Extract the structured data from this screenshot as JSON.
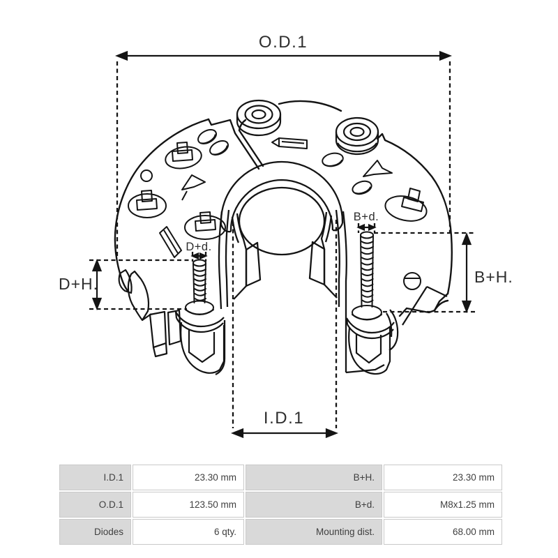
{
  "page": {
    "background": "#ffffff"
  },
  "diagram": {
    "description": "alternator-rectifier-technical-drawing",
    "line_color": "#141414",
    "label_color": "#2d2d2d",
    "labels": {
      "od1": "O.D.1",
      "id1": "I.D.1",
      "dh": "D+H.",
      "bh": "B+H.",
      "dd": "D+d.",
      "bd": "B+d."
    }
  },
  "spec_table": {
    "label_bg": "#d9d9d9",
    "value_bg": "#ffffff",
    "border_color": "#c9c9c9",
    "text_color": "#3f3f3f",
    "rows": [
      {
        "c0": "I.D.1",
        "c1": "23.30 mm",
        "c2": "B+H.",
        "c3": "23.30 mm"
      },
      {
        "c0": "O.D.1",
        "c1": "123.50 mm",
        "c2": "B+d.",
        "c3": "M8x1.25 mm"
      },
      {
        "c0": "Diodes",
        "c1": "6 qty.",
        "c2": "Mounting dist.",
        "c3": "68.00 mm"
      }
    ]
  }
}
